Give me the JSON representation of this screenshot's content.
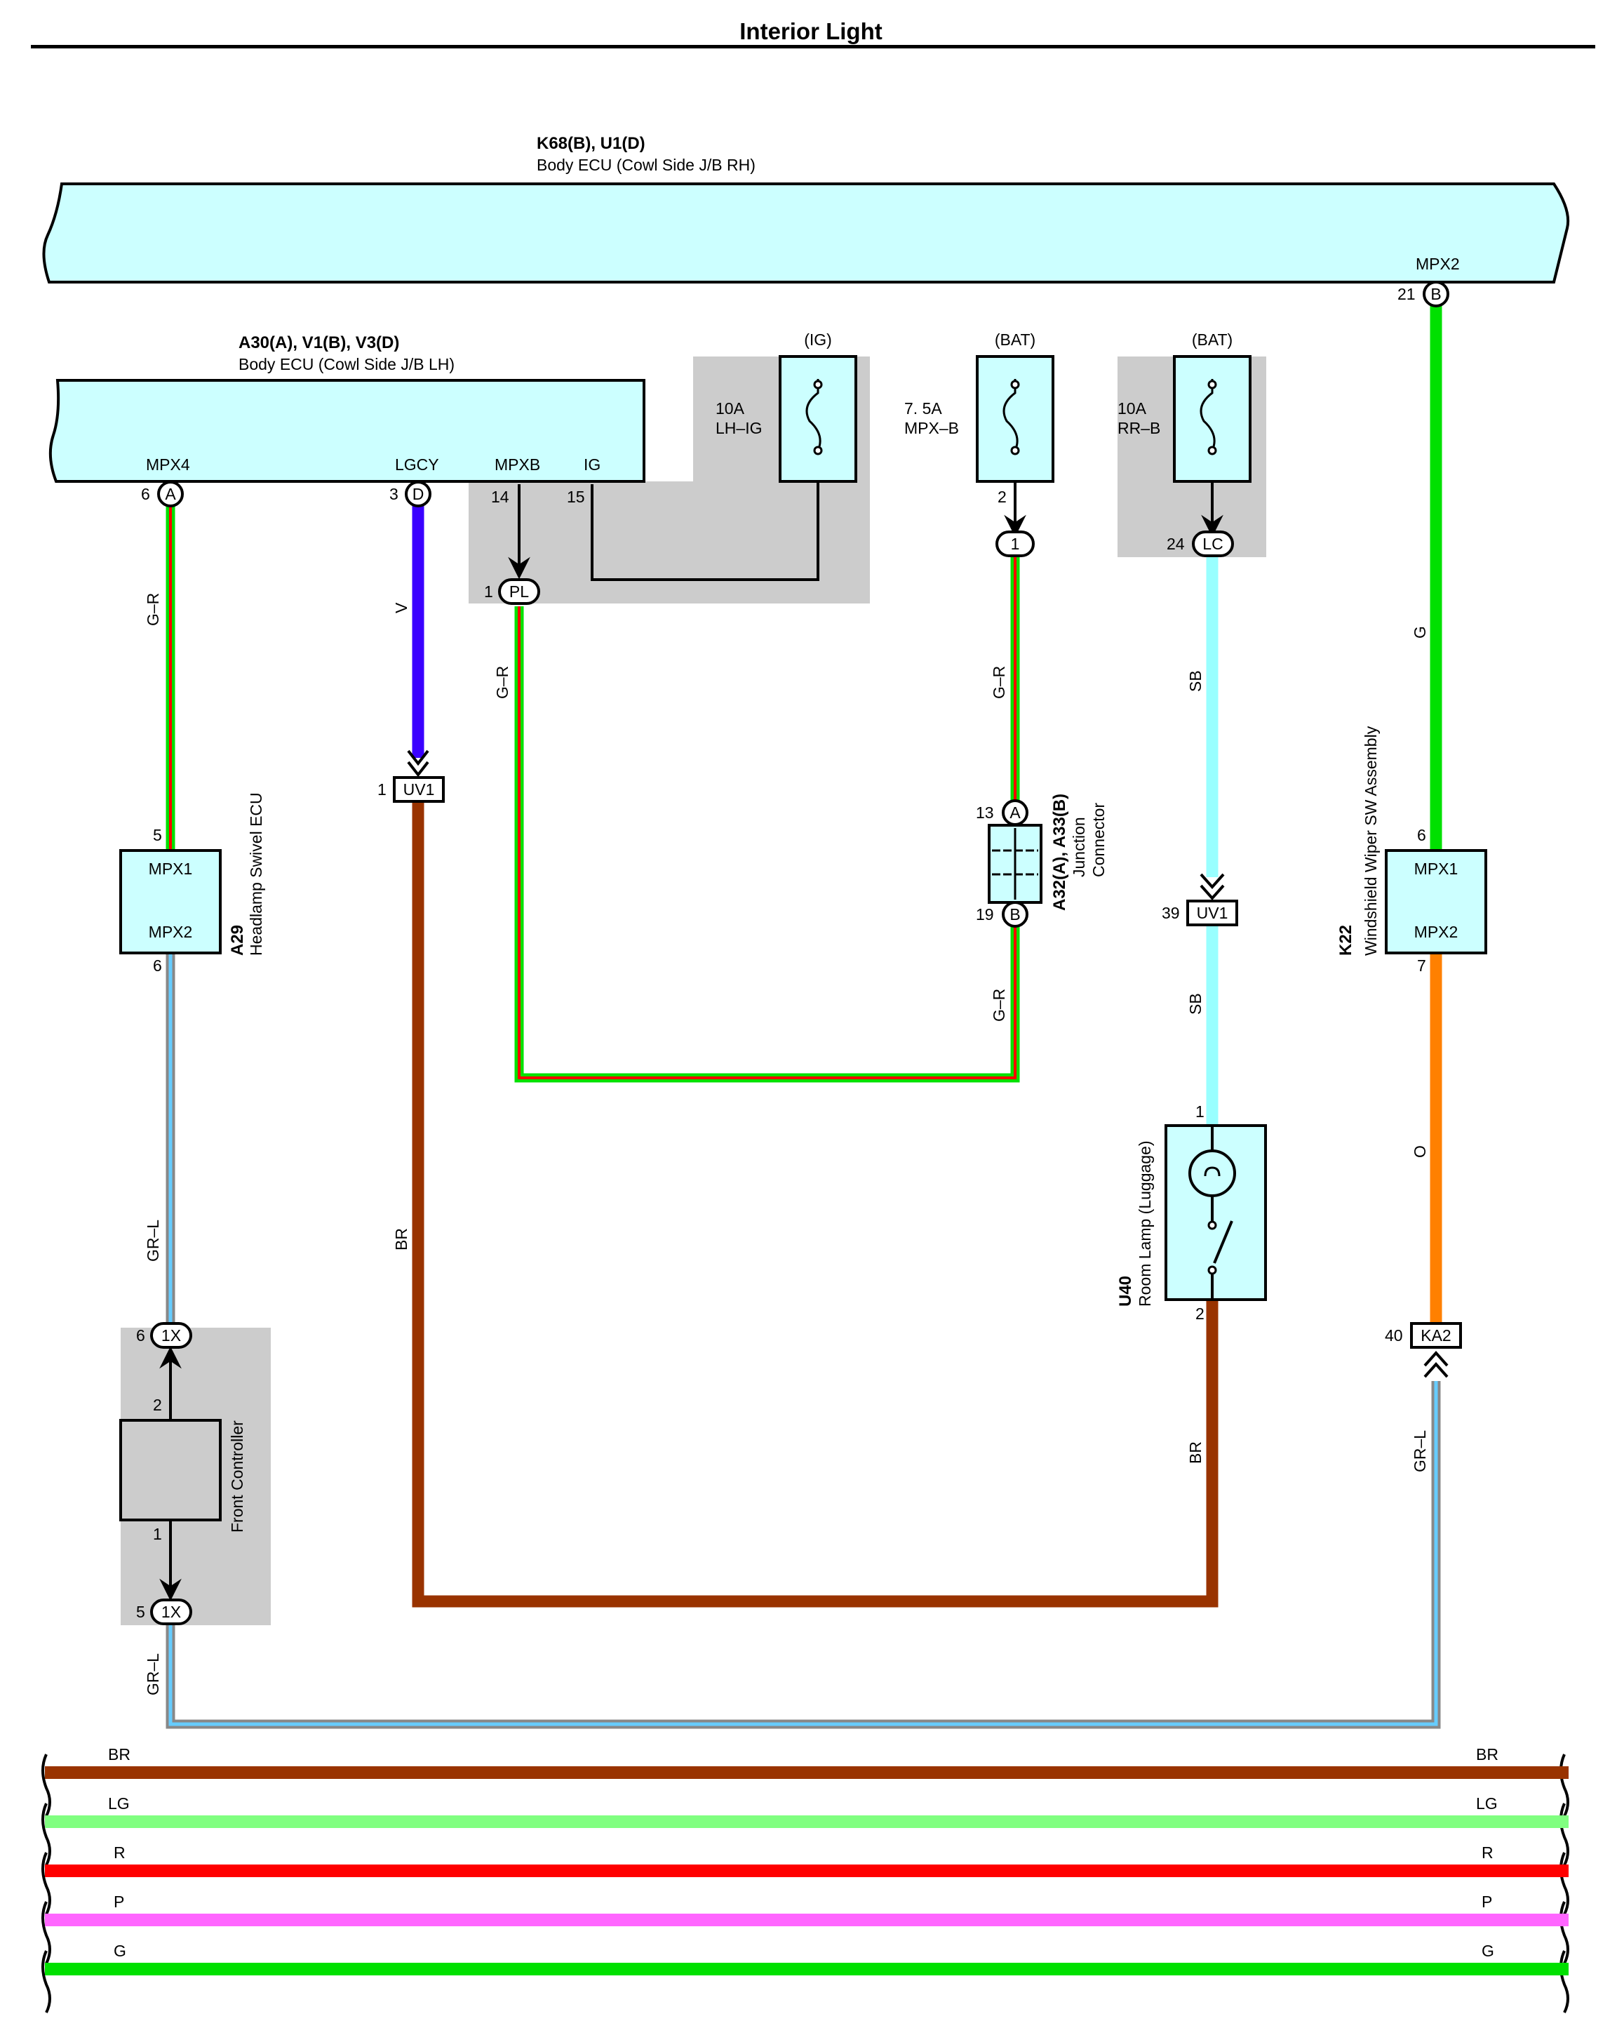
{
  "title": "Interior Light",
  "colors": {
    "ecu_fill": "#ccffff",
    "gray_area": "#cccccc",
    "wire_G": "#00e000",
    "wire_R": "#ff0000",
    "wire_V": "#3a00ff",
    "wire_BR": "#993300",
    "wire_SB": "#99ffff",
    "wire_O": "#ff8000",
    "wire_GR": "#888888",
    "wire_L": "#66ccff",
    "wire_LG": "#80ff80",
    "wire_P": "#ff66ff"
  },
  "body_ecu_rh": {
    "codes": "K68(B), U1(D)",
    "name": "Body ECU (Cowl Side J/B RH)",
    "terminal_label": "MPX2",
    "pin": "21",
    "connector": "B"
  },
  "body_ecu_lh": {
    "codes": "A30(A), V1(B), V3(D)",
    "name": "Body ECU (Cowl Side J/B LH)",
    "terminals": [
      {
        "label": "MPX4",
        "pin": "6",
        "connector": "A"
      },
      {
        "label": "LGCY",
        "pin": "3",
        "connector": "D"
      },
      {
        "label": "MPXB",
        "pin": "14"
      },
      {
        "label": "IG",
        "pin": "15"
      }
    ]
  },
  "fuses": [
    {
      "source": "(IG)",
      "rating": "10A",
      "name": "LH–IG"
    },
    {
      "source": "(BAT)",
      "rating": "7. 5A",
      "name": "MPX–B",
      "pin": "2",
      "connector": "1"
    },
    {
      "source": "(BAT)",
      "rating": "10A",
      "name": "RR–B",
      "pin": "24",
      "connector": "LC"
    }
  ],
  "connectors": {
    "pl": {
      "pin": "1",
      "name": "PL"
    },
    "uv1_left": {
      "pin": "1",
      "name": "UV1"
    },
    "uv1_right": {
      "pin": "39",
      "name": "UV1"
    },
    "ka2": {
      "pin": "40",
      "name": "KA2"
    },
    "fc_top": {
      "pin": "6",
      "name": "1X"
    },
    "fc_bottom": {
      "pin": "5",
      "name": "1X"
    }
  },
  "components": {
    "a29": {
      "code": "A29",
      "name": "Headlamp Swivel ECU",
      "top": "MPX1",
      "bottom": "MPX2",
      "pin_top": "5",
      "pin_bottom": "6"
    },
    "k22": {
      "code": "K22",
      "name": "Windshield Wiper SW Assembly",
      "top": "MPX1",
      "bottom": "MPX2",
      "pin_top": "6",
      "pin_bottom": "7"
    },
    "jc": {
      "code": "A32(A), A33(B)",
      "name1": "Junction",
      "name2": "Connector",
      "pin_top": "13",
      "conn_top": "A",
      "pin_bottom": "19",
      "conn_bottom": "B"
    },
    "u40": {
      "code": "U40",
      "name": "Room Lamp (Luggage)",
      "pin_top": "1",
      "pin_bottom": "2"
    },
    "fc": {
      "name": "Front Controller",
      "pin_top": "2",
      "pin_bottom": "1"
    }
  },
  "wire_labels": {
    "a29_up": "G–R",
    "lgcy": "V",
    "pl": "G–R",
    "mpxb_top": "G–R",
    "mpxb_bottom": "G–R",
    "sb_top": "SB",
    "sb_bottom": "SB",
    "g_right": "G",
    "a29_down": "GR–L",
    "br_left": "BR",
    "br_right": "BR",
    "o_right": "O",
    "grl_right": "GR–L",
    "grl_bottom": "GR–L"
  },
  "legend": [
    {
      "code": "BR",
      "color": "#993300"
    },
    {
      "code": "LG",
      "color": "#80ff80"
    },
    {
      "code": "R",
      "color": "#ff0000"
    },
    {
      "code": "P",
      "color": "#ff66ff"
    },
    {
      "code": "G",
      "color": "#00e000"
    }
  ]
}
